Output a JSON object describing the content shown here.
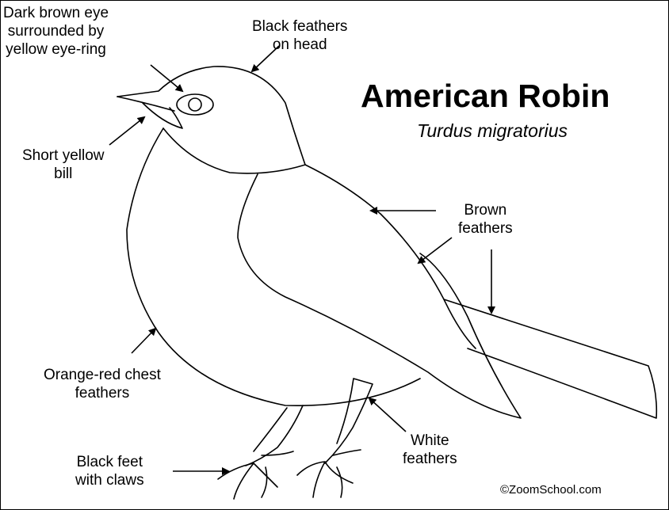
{
  "title": "American Robin",
  "subtitle": "Turdus migratorius",
  "credit": "©ZoomSchool.com",
  "labels": {
    "eye": [
      "Dark brown eye",
      "surrounded by",
      "yellow eye-ring"
    ],
    "head": [
      "Black feathers",
      "on head"
    ],
    "bill": [
      "Short yellow",
      "bill"
    ],
    "brown": [
      "Brown",
      "feathers"
    ],
    "chest": [
      "Orange-red chest",
      "feathers"
    ],
    "white": [
      "White",
      "feathers"
    ],
    "feet": [
      "Black feet",
      "with claws"
    ]
  },
  "colors": {
    "line": "#000000",
    "background": "#ffffff"
  }
}
